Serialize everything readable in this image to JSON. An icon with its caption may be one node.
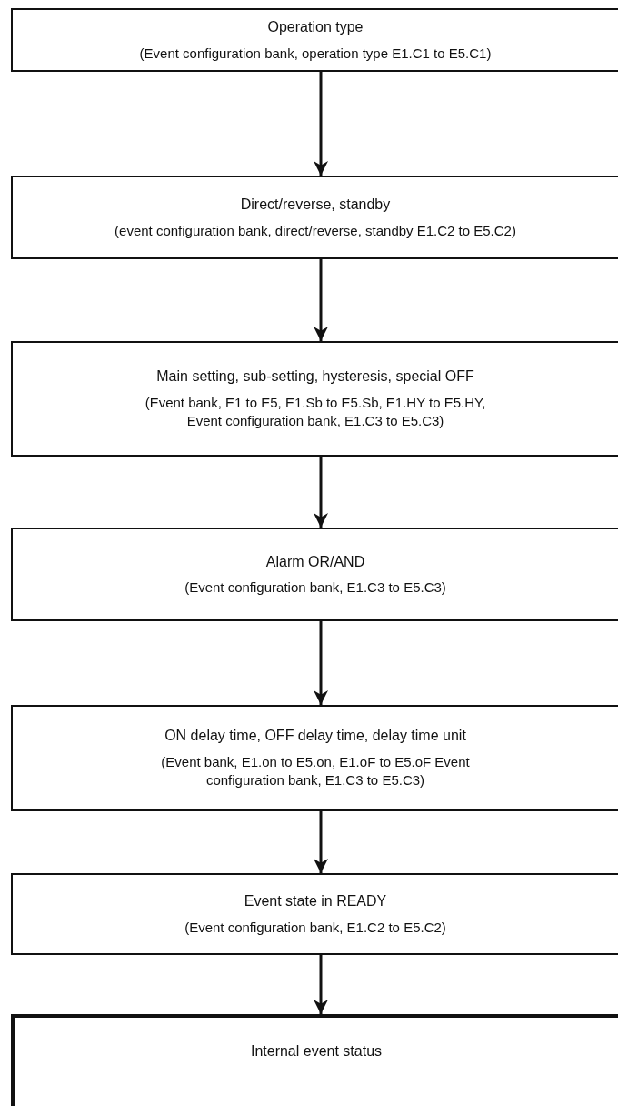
{
  "diagram": {
    "nodes": [
      {
        "text": [
          "Operation type",
          "(Event configuration bank, operation type E1.C1 to E5.C1)"
        ]
      },
      {
        "text": [
          "Direct/reverse, standby",
          "(event configuration bank, direct/reverse, standby E1.C2 to E5.C2)"
        ]
      },
      {
        "text": [
          "Main setting, sub-setting, hysteresis, special OFF",
          "(Event bank, E1 to E5, E1.Sb to E5.Sb, E1.HY to E5.HY, Event configuration bank, E1.C3 to E5.C3)"
        ]
      },
      {
        "text": [
          "Alarm OR/AND",
          "(Event configuration bank, E1.C3 to E5.C3)"
        ]
      },
      {
        "text": [
          "ON delay time, OFF delay time, delay time unit",
          "(Event bank, E1.on to E5.on, E1.oF to E5.oF Event configuration bank, E1.C3 to E5.C3)"
        ]
      },
      {
        "text": [
          "Event state in READY",
          "(Event configuration bank, E1.C2 to E5.C2)"
        ]
      },
      {
        "text": [
          "Internal event status"
        ]
      }
    ],
    "edges": [
      {
        "from": 0,
        "to": 1,
        "arrow": "to"
      },
      {
        "from": 1,
        "to": 2,
        "arrow": "to"
      },
      {
        "from": 2,
        "to": 3,
        "arrow": "to"
      },
      {
        "from": 3,
        "to": 4,
        "arrow": "to"
      },
      {
        "from": 4,
        "to": 5,
        "arrow": "to"
      },
      {
        "from": 5,
        "to": 6,
        "arrow": "to"
      }
    ]
  }
}
